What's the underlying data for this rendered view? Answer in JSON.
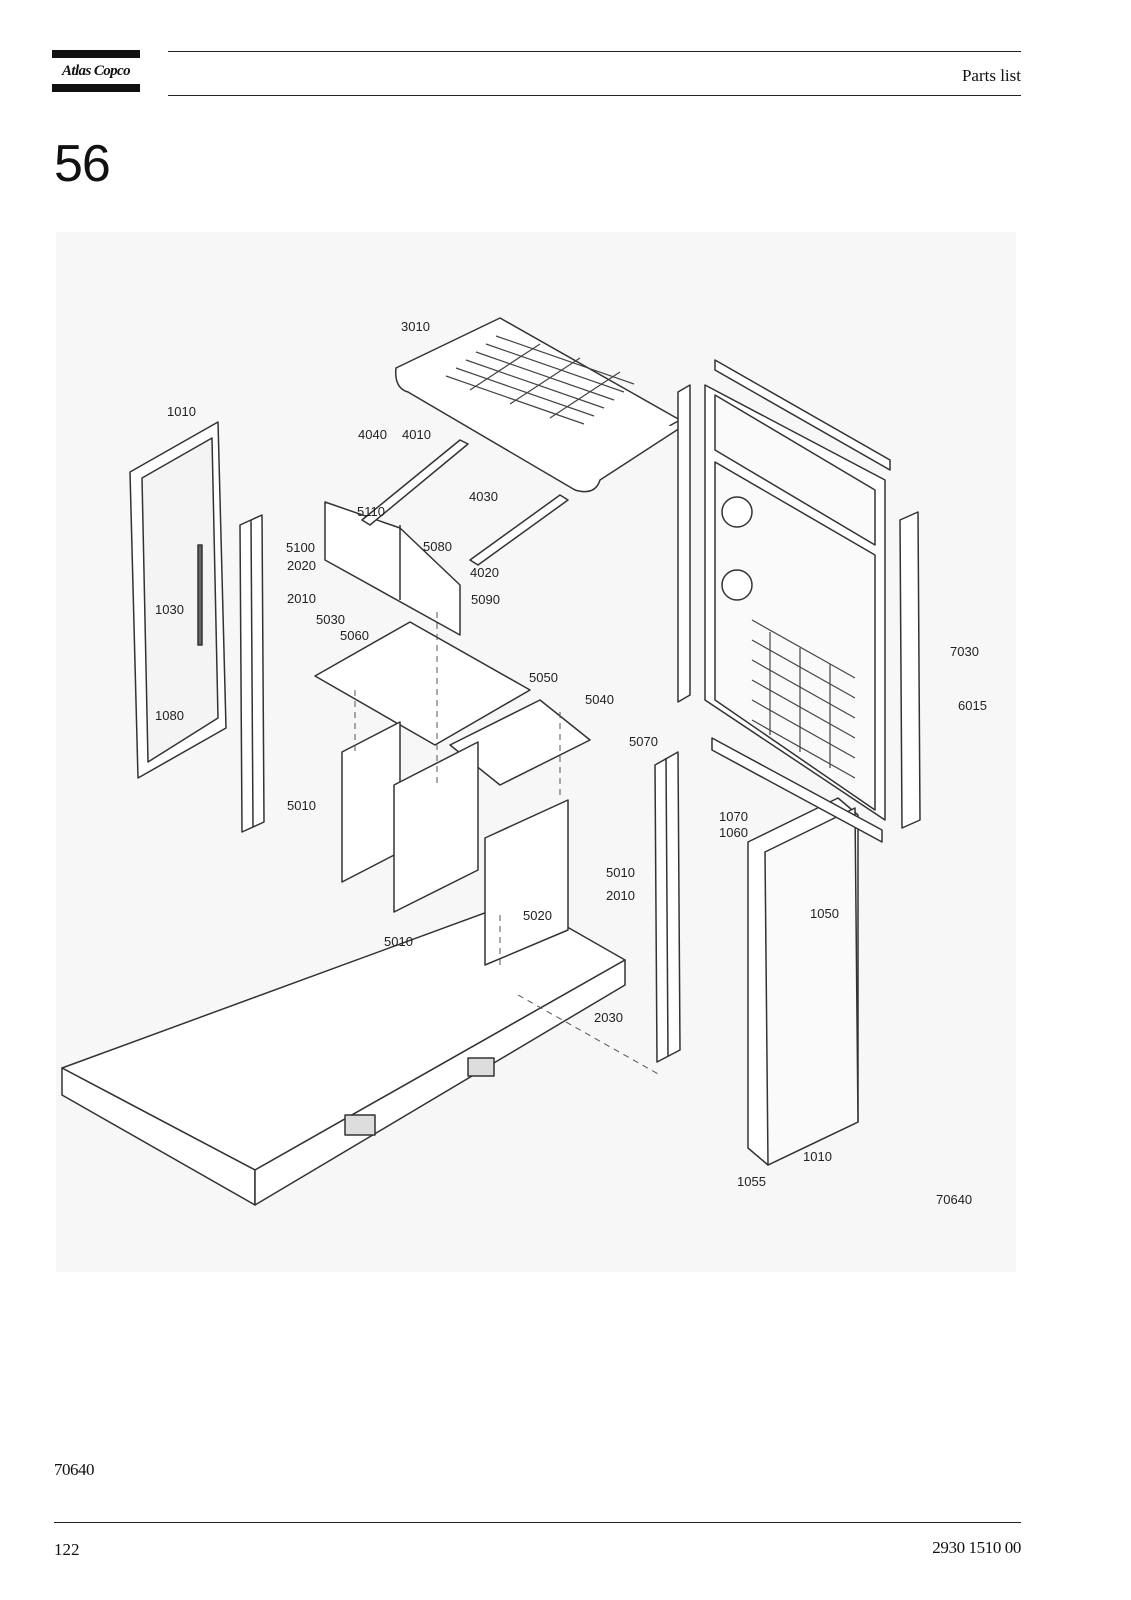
{
  "header": {
    "brand": "Atlas Copco",
    "title": "Parts list"
  },
  "section_number": "56",
  "drawing": {
    "callouts": [
      "3010",
      "1010",
      "4040",
      "4010",
      "4030",
      "5110",
      "5100",
      "2020",
      "5080",
      "4020",
      "5090",
      "2010",
      "1030",
      "5030",
      "5060",
      "5050",
      "5040",
      "5070",
      "1080",
      "5010",
      "1070",
      "1060",
      "5010",
      "2010",
      "5020",
      "1050",
      "5010",
      "2030",
      "1010",
      "1055",
      "7030",
      "6015"
    ],
    "drawing_number": "70640"
  },
  "footer": {
    "drawing_ref": "70640",
    "page": "122",
    "doc_number": "2930 1510 00"
  }
}
